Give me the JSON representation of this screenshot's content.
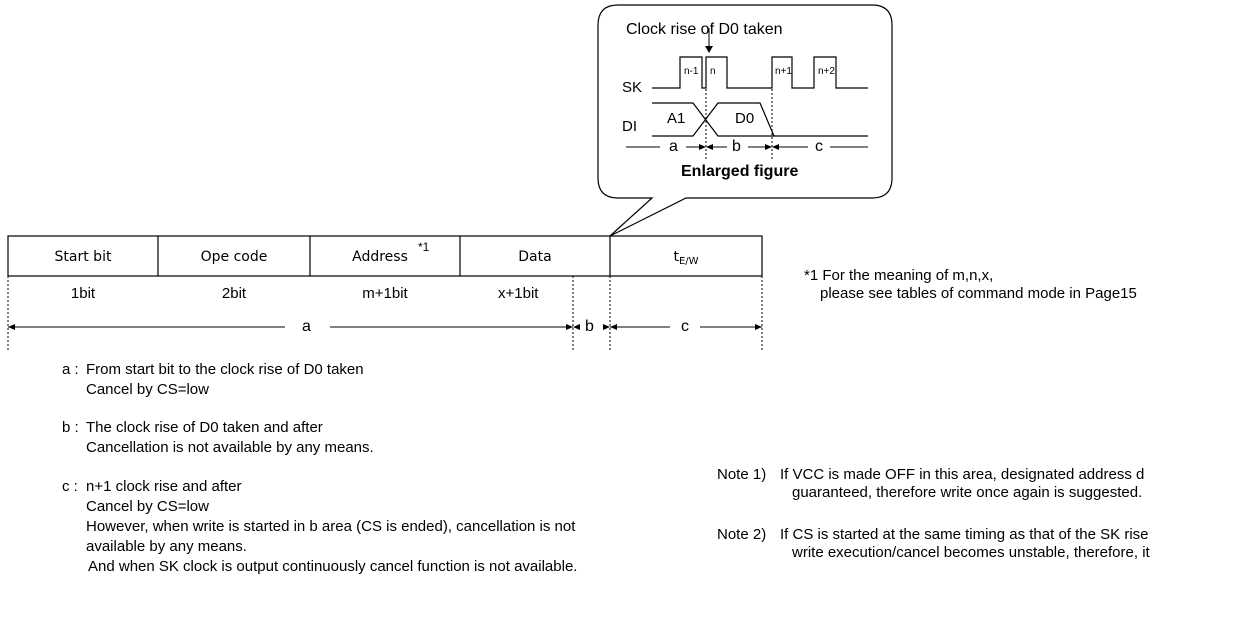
{
  "callout": {
    "title": "Clock rise of D0 taken",
    "sk_label": "SK",
    "di_label": "DI",
    "pulses": [
      "n-1",
      "n",
      "n+1",
      "n+2"
    ],
    "a1": "A1",
    "d0": "D0",
    "seg_a": "a",
    "seg_b": "b",
    "seg_c": "c",
    "caption": "Enlarged figure"
  },
  "frame": {
    "cells": [
      "Start bit",
      "Ope code",
      "Address",
      "Data",
      "t",
      "E/W"
    ],
    "address_footnote_mark": "*1",
    "bits": [
      "1bit",
      "2bit",
      "m+1bit",
      "x+1bit"
    ],
    "span_a": "a",
    "span_b": "b",
    "span_c": "c"
  },
  "footnote": {
    "line1": "*1 For the meaning of m,n,x,",
    "line2": "please see tables of command mode in Page15"
  },
  "descriptions": {
    "a_label": "a :",
    "a_line1": "From start bit to the clock rise of D0 taken",
    "a_line2": "Cancel by CS=low",
    "b_label": "b :",
    "b_line1": "The clock rise of D0 taken and after",
    "b_line2": "Cancellation is not available by any means.",
    "c_label": "c :",
    "c_line1": "n+1 clock rise and after",
    "c_line2": "Cancel by CS=low",
    "c_line3": "However, when write is started in b area (CS is ended), cancellation is not",
    "c_line4": "available by any means.",
    "c_line5": "And when SK clock is output continuously cancel function is not available."
  },
  "notes": {
    "note1_label": "Note 1)",
    "note1_line1": "If VCC is made OFF in this area, designated address d",
    "note1_line2": "guaranteed, therefore write once again is suggested.",
    "note2_label": "Note 2)",
    "note2_line1": "If CS is started at the same timing as that of the SK rise",
    "note2_line2": "write execution/cancel becomes unstable, therefore, it"
  }
}
